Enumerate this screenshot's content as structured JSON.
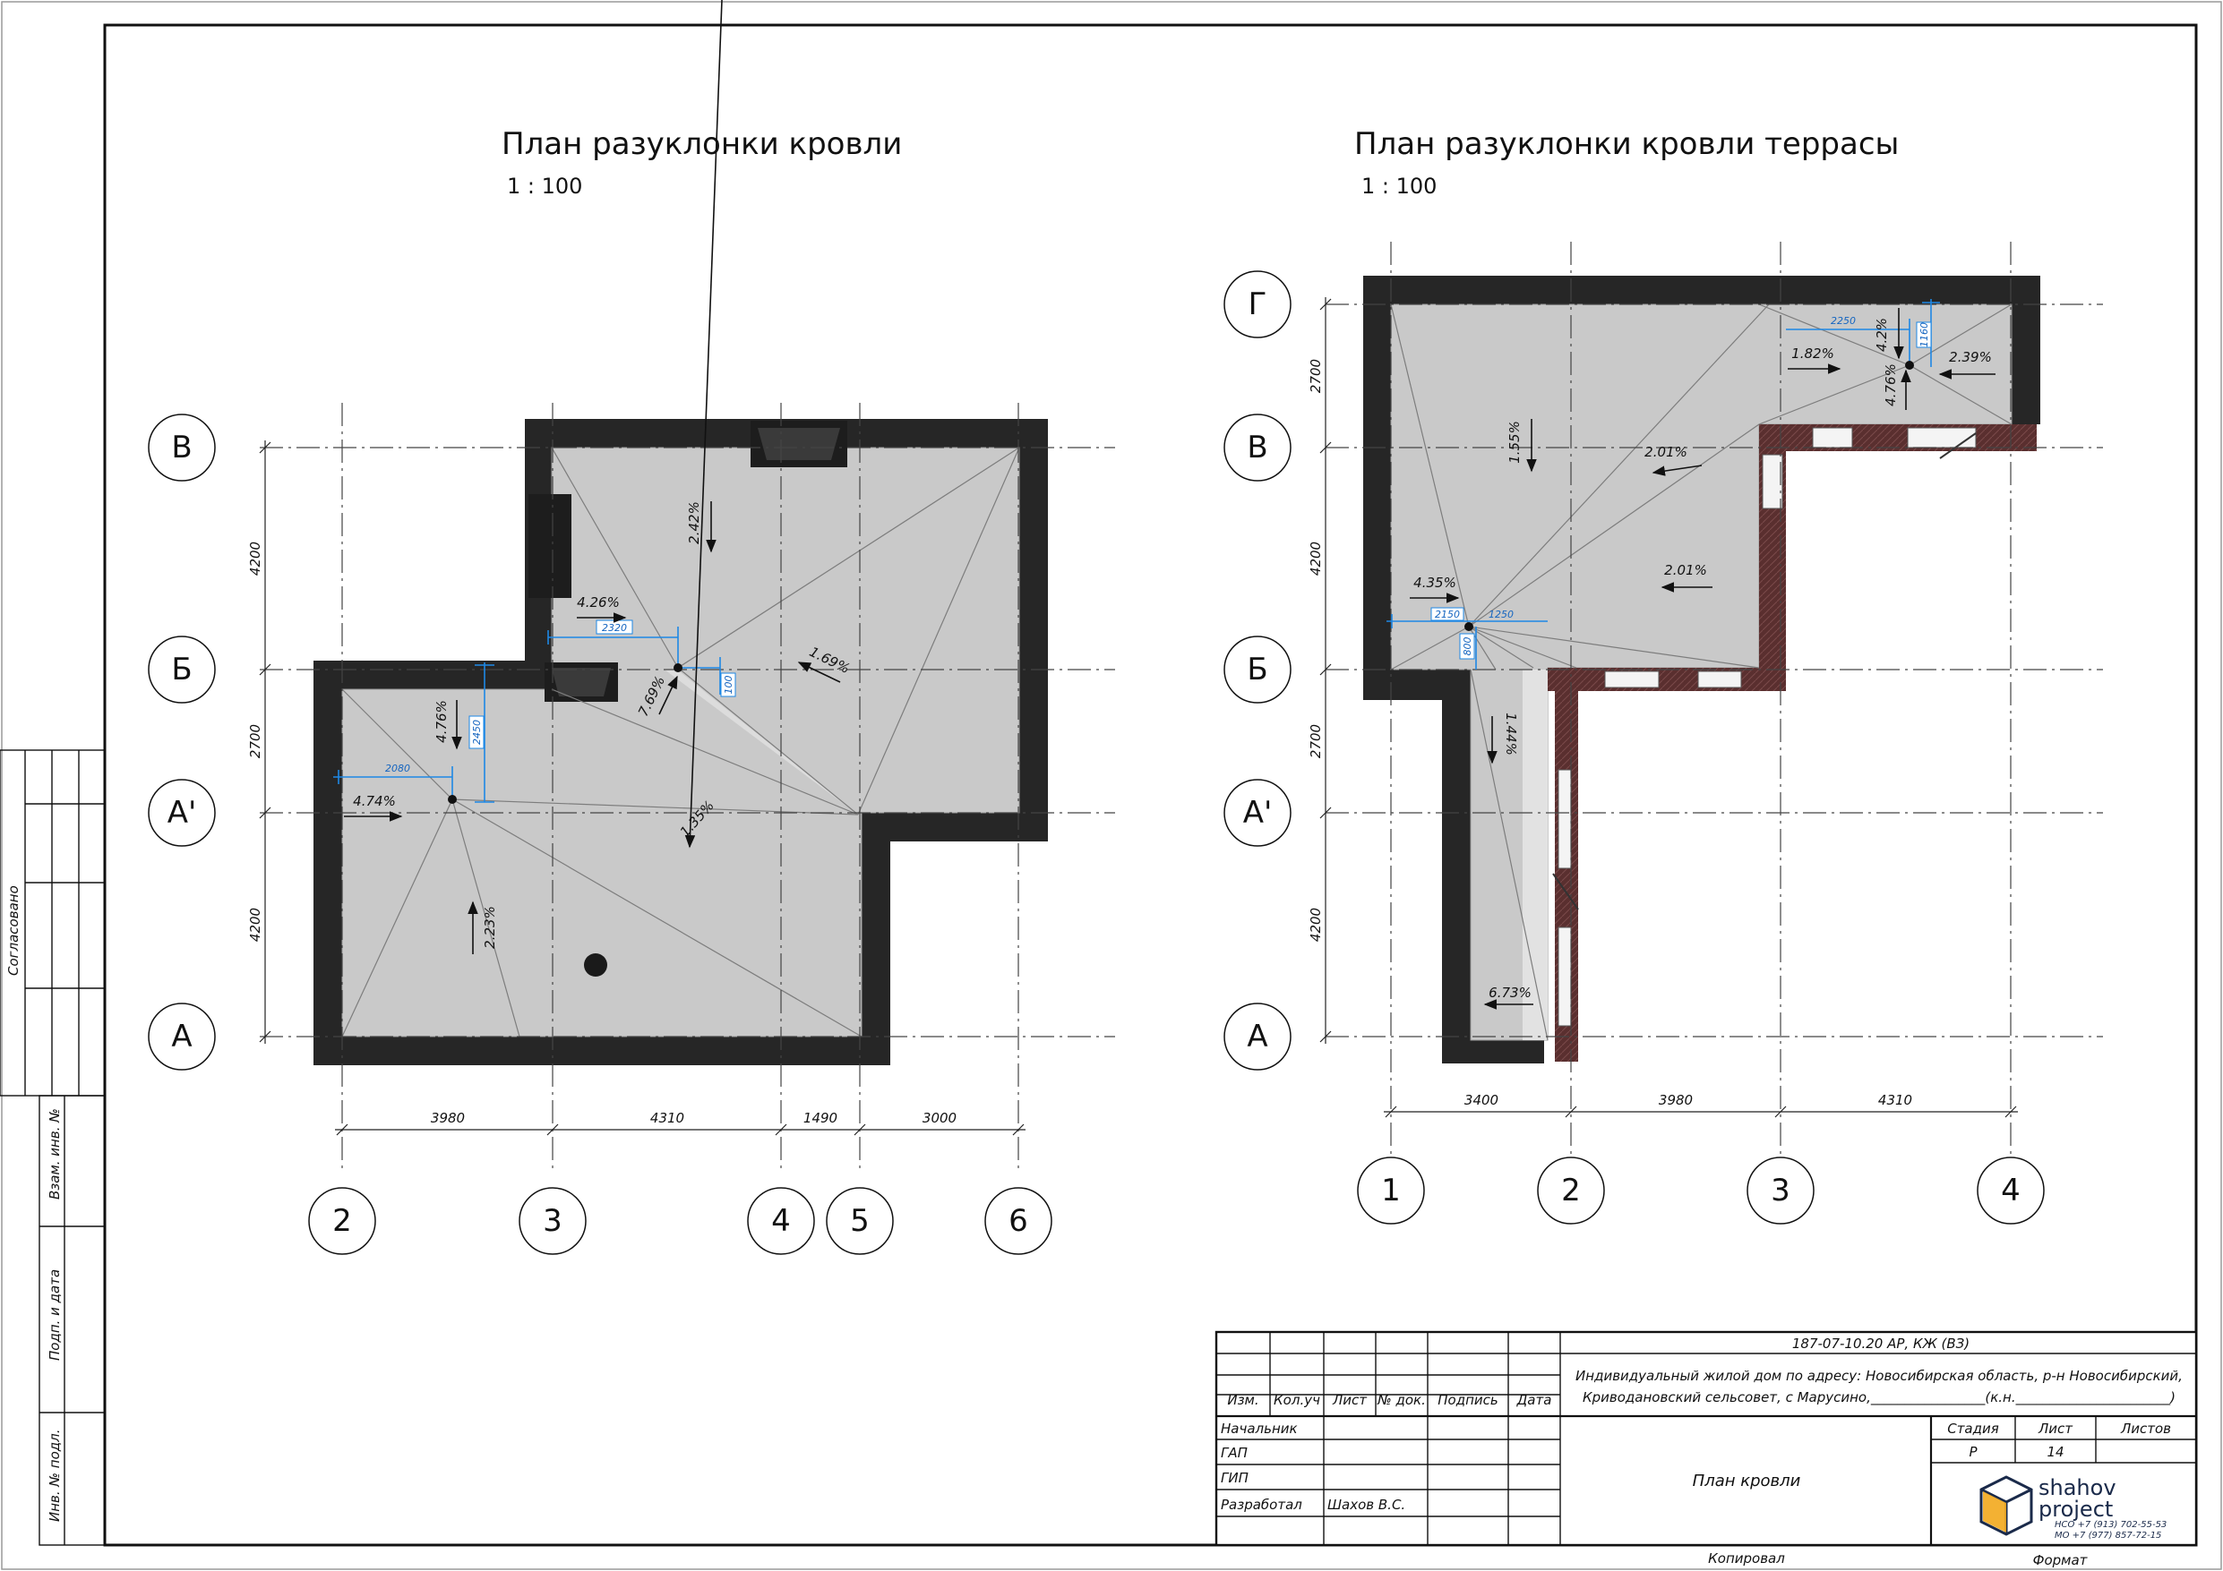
{
  "left_plan": {
    "title": "План разуклонки кровли",
    "scale": "1 : 100",
    "row_axes": [
      "В",
      "Б",
      "А'",
      "А"
    ],
    "col_axes": [
      "2",
      "3",
      "4",
      "5",
      "6"
    ],
    "row_dims": [
      "4200",
      "2700",
      "4200"
    ],
    "col_dims": [
      "3980",
      "4310",
      "1490",
      "3000"
    ],
    "slopes": [
      "2.42%",
      "4.26%",
      "1.69%",
      "7.69%",
      "4.76%",
      "4.74%",
      "1.35%",
      "2.23%"
    ],
    "blue_dims": [
      "2320",
      "100",
      "2450",
      "2080"
    ]
  },
  "right_plan": {
    "title": "План разуклонки кровли террасы",
    "scale": "1 : 100",
    "row_axes": [
      "Г",
      "В",
      "Б",
      "А'",
      "А"
    ],
    "col_axes": [
      "1",
      "2",
      "3",
      "4"
    ],
    "row_dims": [
      "2700",
      "4200",
      "2700",
      "4200"
    ],
    "col_dims": [
      "3400",
      "3980",
      "4310"
    ],
    "slopes": [
      "1.82%",
      "4.2%",
      "4.76%",
      "2.39%",
      "1.55%",
      "2.01%",
      "2.01%",
      "4.35%",
      "1.44%",
      "6.73%"
    ],
    "blue_dims": [
      "2250",
      "1160",
      "2150",
      "1250",
      "800"
    ]
  },
  "side_stamp": {
    "agreed": "Согласовано",
    "inv_vzam": "Взам. инв. №",
    "sign_date": "Подп. и дата",
    "inv_orig": "Инв. № подл."
  },
  "title_block": {
    "code": "187-07-10.20 АР, КЖ (ВЗ)",
    "object_line1": "Индивидуальный  жилой дом по адресу: Новосибирская область, р-н Новосибирский,",
    "object_line2": "Криводановский сельсовет, с Марусино,_________________(к.н._______________________)",
    "headers": [
      "Изм.",
      "Кол.уч",
      "Лист",
      "№ док.",
      "Подпись",
      "Дата"
    ],
    "roles": [
      "Начальник",
      "ГАП",
      "ГИП",
      "Разработал"
    ],
    "developer": "Шахов В.С.",
    "sheet_title": "План кровли",
    "stage_label": "Стадия",
    "sheet_label": "Лист",
    "sheets_label": "Листов",
    "stage_value": "Р",
    "sheet_value": "14",
    "sheets_value": "",
    "logo_word1": "shahov",
    "logo_word2": "project",
    "phone1": "НСО +7 (913) 702-55-53",
    "phone2": "МО +7 (977) 857-72-15",
    "copied": "Копировал",
    "format": "Формат"
  },
  "colors": {
    "roof_fill": "#c9c9c9",
    "roof_light": "#d8d8d8",
    "parapet": "#262626",
    "blue_dim": "#1e88e5",
    "brick": "#5a2f2f"
  }
}
